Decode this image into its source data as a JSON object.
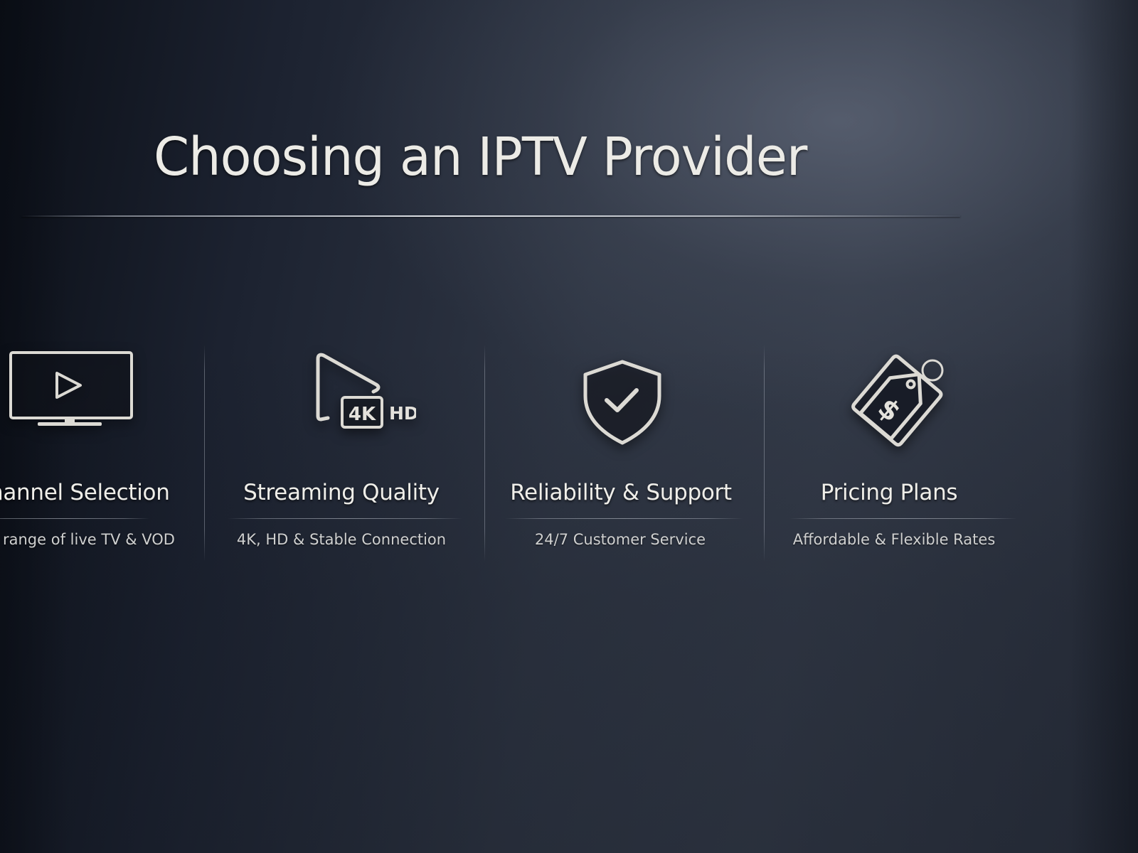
{
  "slide": {
    "title": "Choosing an IPTV Provider"
  },
  "features": [
    {
      "icon": "tv-play-icon",
      "label": "hannel Selection",
      "description": "range of live TV & VOD"
    },
    {
      "icon": "streaming-4k-hd-icon",
      "label": "Streaming Quality",
      "description": "4K, HD & Stable Connection",
      "icon_text": {
        "badge": "4K",
        "suffix": "HD"
      }
    },
    {
      "icon": "shield-check-icon",
      "label": "Reliability & Support",
      "description": "24/7 Customer Service"
    },
    {
      "icon": "price-tag-dollar-icon",
      "label": "Pricing Plans",
      "description": "Affordable & Flexible Rates",
      "icon_text": {
        "symbol": "$"
      }
    }
  ],
  "colors": {
    "background_dark": "#0b0f17",
    "background_mid": "#2f3644",
    "text_primary": "#efeee9",
    "text_secondary": "#cfd0d0",
    "icon_stroke": "#dcdad4"
  }
}
